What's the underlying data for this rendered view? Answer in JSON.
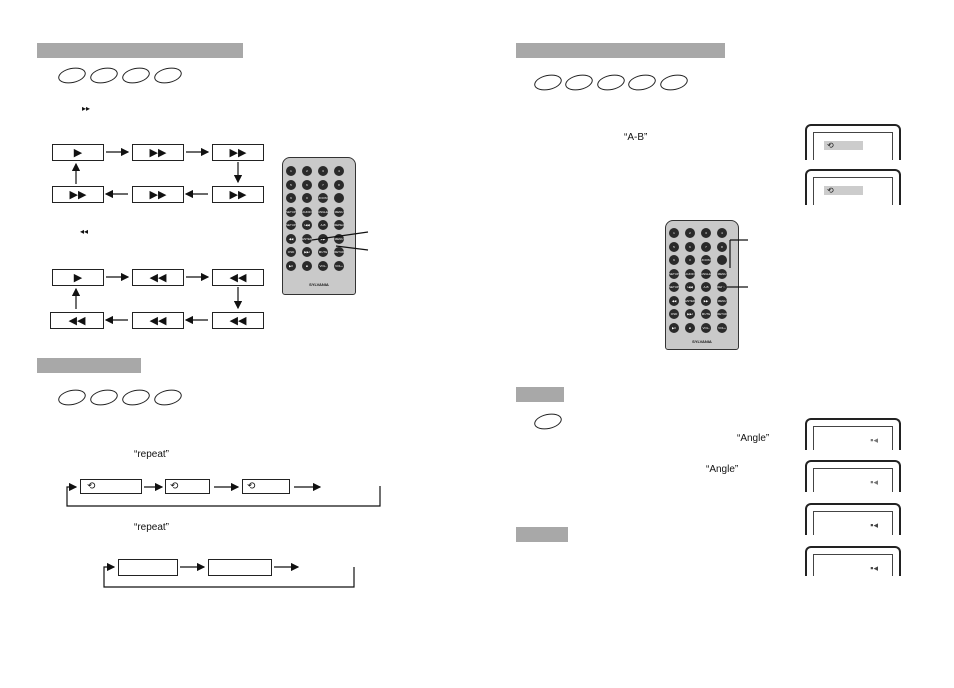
{
  "ff_arrow": "▸▸",
  "rw_arrow": "◂◂",
  "ff_sequence": [
    "▶",
    "▶▶",
    "▶▶",
    "▶▶",
    "▶▶",
    "▶▶"
  ],
  "rw_sequence": [
    "▶",
    "◀◀",
    "◀◀",
    "◀◀",
    "◀◀",
    "◀◀"
  ],
  "repeat_quote_1": "“repeat”",
  "repeat_quote_2": "“repeat”",
  "ab_quote": "“A-B”",
  "angle_quote_1": "“Angle”",
  "angle_quote_2": "“Angle”",
  "remote_brand": "SYLVANIA",
  "remote_buttons": [
    [
      "1",
      "2",
      "3",
      "4"
    ],
    [
      "5",
      "6",
      "7",
      "8"
    ],
    [
      "9",
      "0",
      "ZOOM",
      ""
    ],
    [
      "SETUP",
      "AUDIO",
      "ANGLE",
      "MENU"
    ],
    [
      "SETUP",
      "I◀◀",
      "A-B",
      "REPEAT"
    ],
    [
      "◀◀",
      "ENTER",
      "▶▶",
      "MENU"
    ],
    [
      "OSD",
      "▶▶I",
      "MUTE",
      "RETURN"
    ],
    [
      "▶II",
      "■",
      "VOL-",
      "VOL+"
    ]
  ]
}
